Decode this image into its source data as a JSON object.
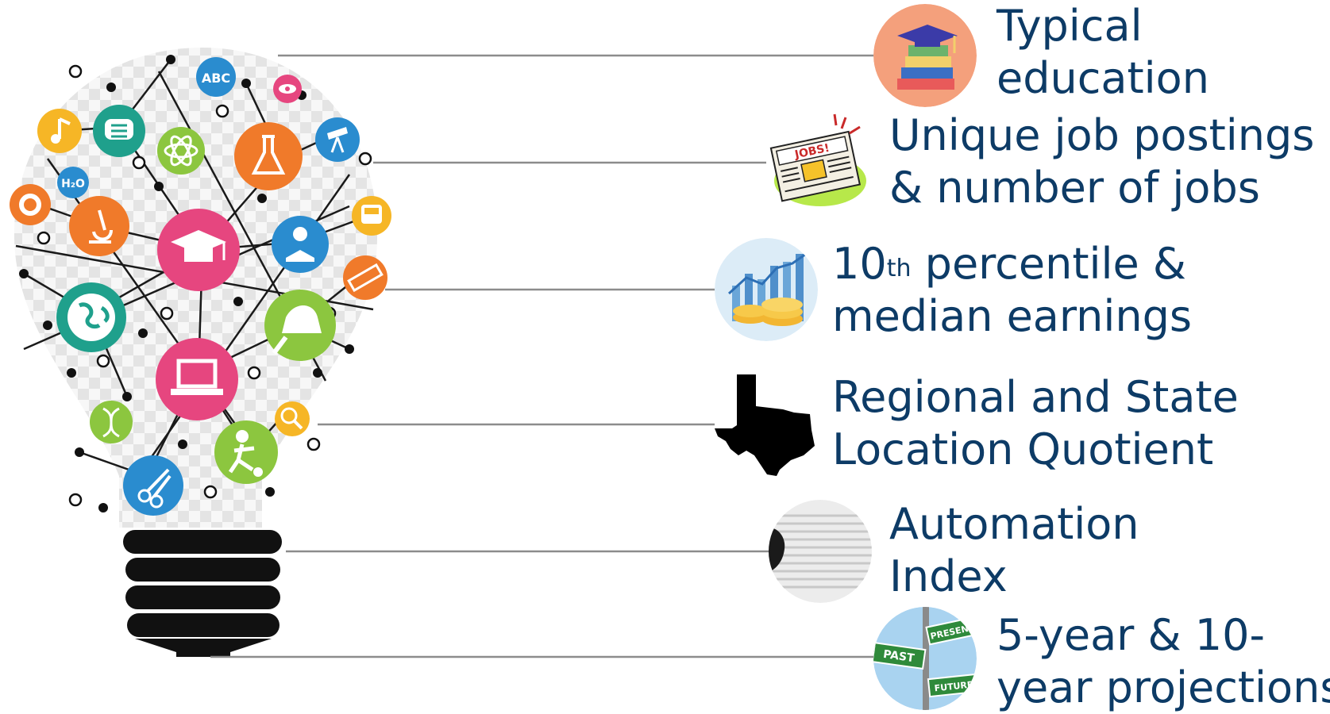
{
  "items": [
    {
      "line1": "Typical",
      "line2": "education",
      "icon": "graduation-books-icon"
    },
    {
      "line1": "Unique job postings",
      "line2": "& number of jobs",
      "icon": "jobs-newspaper-icon"
    },
    {
      "line1_a": "10",
      "line1_sup": "th",
      "line1_b": " percentile &",
      "line2": "median earnings",
      "icon": "earnings-chart-icon"
    },
    {
      "line1": "Regional and State",
      "line2": "Location Quotient",
      "icon": "texas-map-icon"
    },
    {
      "line1": "Automation",
      "line2": "Index",
      "icon": "automation-robot-icon"
    },
    {
      "line1": "5-year & 10-",
      "line2": "year projections",
      "icon": "past-present-future-sign-icon"
    }
  ],
  "bulb_badges": {
    "abc": "ABC",
    "h2o": "H₂O"
  },
  "sign_labels": {
    "past": "PAST",
    "present": "PRESENT",
    "future": "FUTURE"
  },
  "newspaper_text": "JOBS!",
  "colors": {
    "text": "#0d3b66",
    "connector": "#8c8c8c",
    "bulb_base": "#111111",
    "pink": "#e6467f",
    "orange": "#f07a2a",
    "green": "#8cc63f",
    "teal": "#1fa08c",
    "blue": "#2a8ccf",
    "yellow": "#f6b626"
  }
}
